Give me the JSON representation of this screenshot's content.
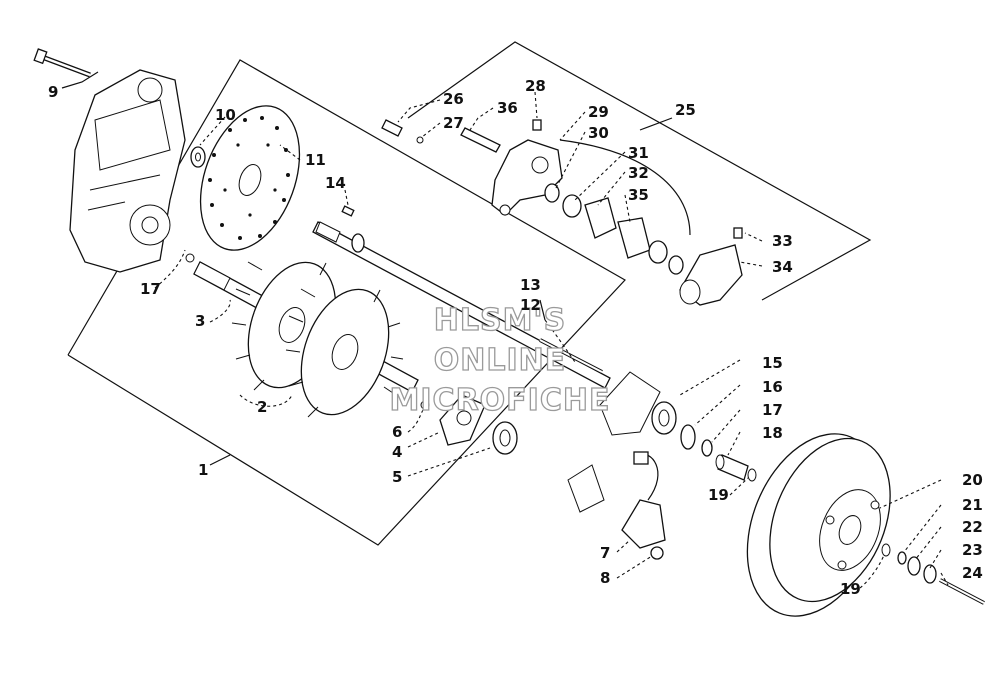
{
  "diagram": {
    "callouts": [
      "1",
      "2",
      "3",
      "4",
      "5",
      "6",
      "7",
      "8",
      "9",
      "10",
      "11",
      "12",
      "13",
      "14",
      "15",
      "16",
      "17",
      "17",
      "18",
      "19",
      "19",
      "20",
      "21",
      "22",
      "23",
      "24",
      "25",
      "26",
      "27",
      "28",
      "29",
      "30",
      "31",
      "32",
      "33",
      "34",
      "35",
      "36"
    ]
  },
  "watermark": {
    "line1": "HLSM'S",
    "line2": "ONLINE",
    "line3": "MICROFICHE"
  }
}
